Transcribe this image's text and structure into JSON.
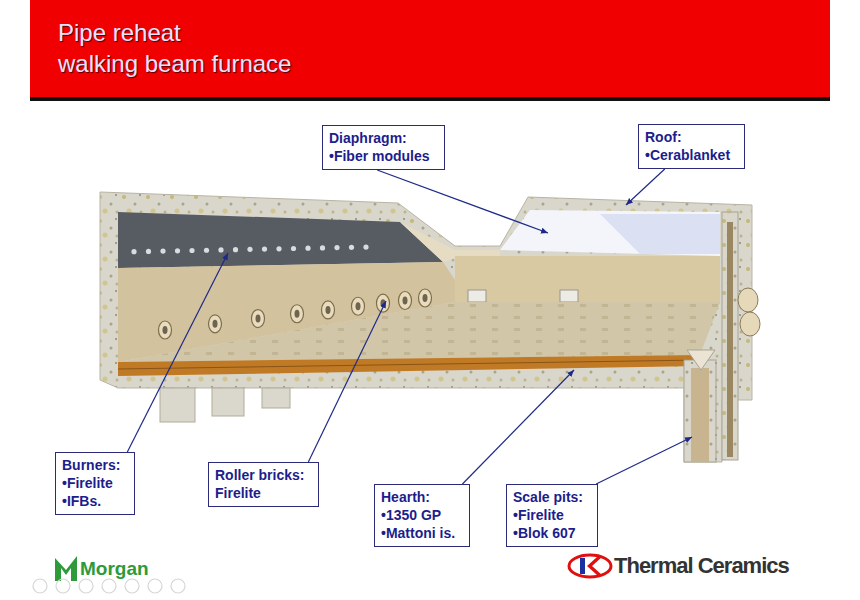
{
  "diagram": {
    "title": "Pipe reheat walking beam furnace",
    "nodes": [
      {
        "text": [
          "Diaphragm:",
          "•Fiber modules"
        ]
      },
      {
        "text": [
          "Roof:",
          "•Cerablanket"
        ]
      },
      {
        "text": [
          "Burners:",
          "•Firelite",
          "•IFBs."
        ]
      },
      {
        "text": [
          "Roller bricks:",
          "Firelite"
        ]
      },
      {
        "text": [
          "Hearth:",
          "•1350 GP",
          "•Mattoni is."
        ]
      },
      {
        "text": [
          "Scale pits:",
          "•Firelite",
          "•Blok 607"
        ]
      }
    ],
    "labels": [
      "Morgan",
      "Thermal Ceramics"
    ]
  }
}
